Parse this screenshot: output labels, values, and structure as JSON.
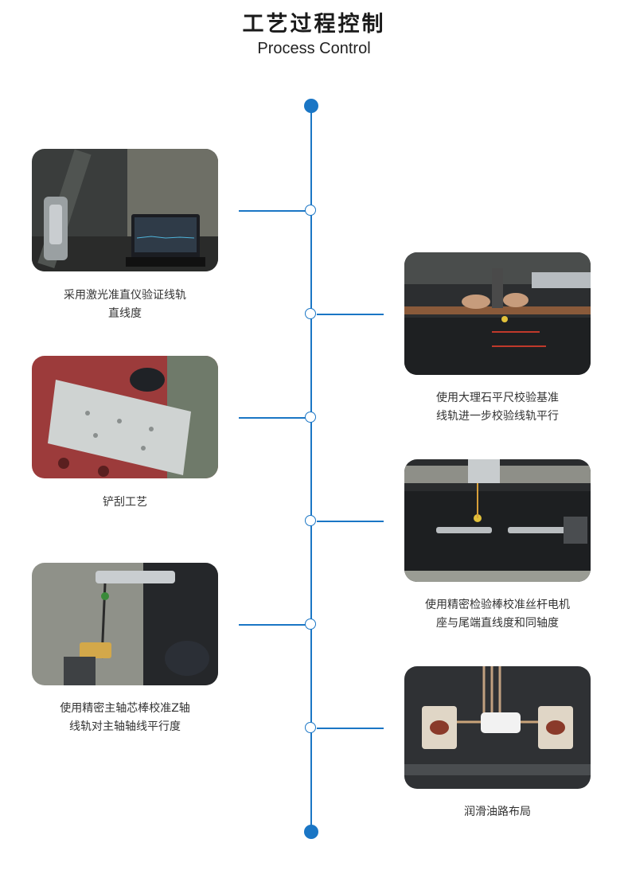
{
  "header": {
    "title_cn": "工艺过程控制",
    "title_en": "Process Control"
  },
  "colors": {
    "timeline": "#1a76c5"
  },
  "steps": [
    {
      "side": "left",
      "caption_line1": "采用激光准直仪验证线轨",
      "caption_line2": "直线度"
    },
    {
      "side": "right",
      "caption_line1": "使用大理石平尺校验基准",
      "caption_line2": "线轨进一步校验线轨平行"
    },
    {
      "side": "left",
      "caption_line1": "铲刮工艺",
      "caption_line2": ""
    },
    {
      "side": "right",
      "caption_line1": "使用精密检验棒校准丝杆电机",
      "caption_line2": "座与尾端直线度和同轴度"
    },
    {
      "side": "left",
      "caption_line1": "使用精密主轴芯棒校准Z轴",
      "caption_line2": "线轨对主轴轴线平行度"
    },
    {
      "side": "right",
      "caption_line1": "润滑油路布局",
      "caption_line2": ""
    }
  ]
}
